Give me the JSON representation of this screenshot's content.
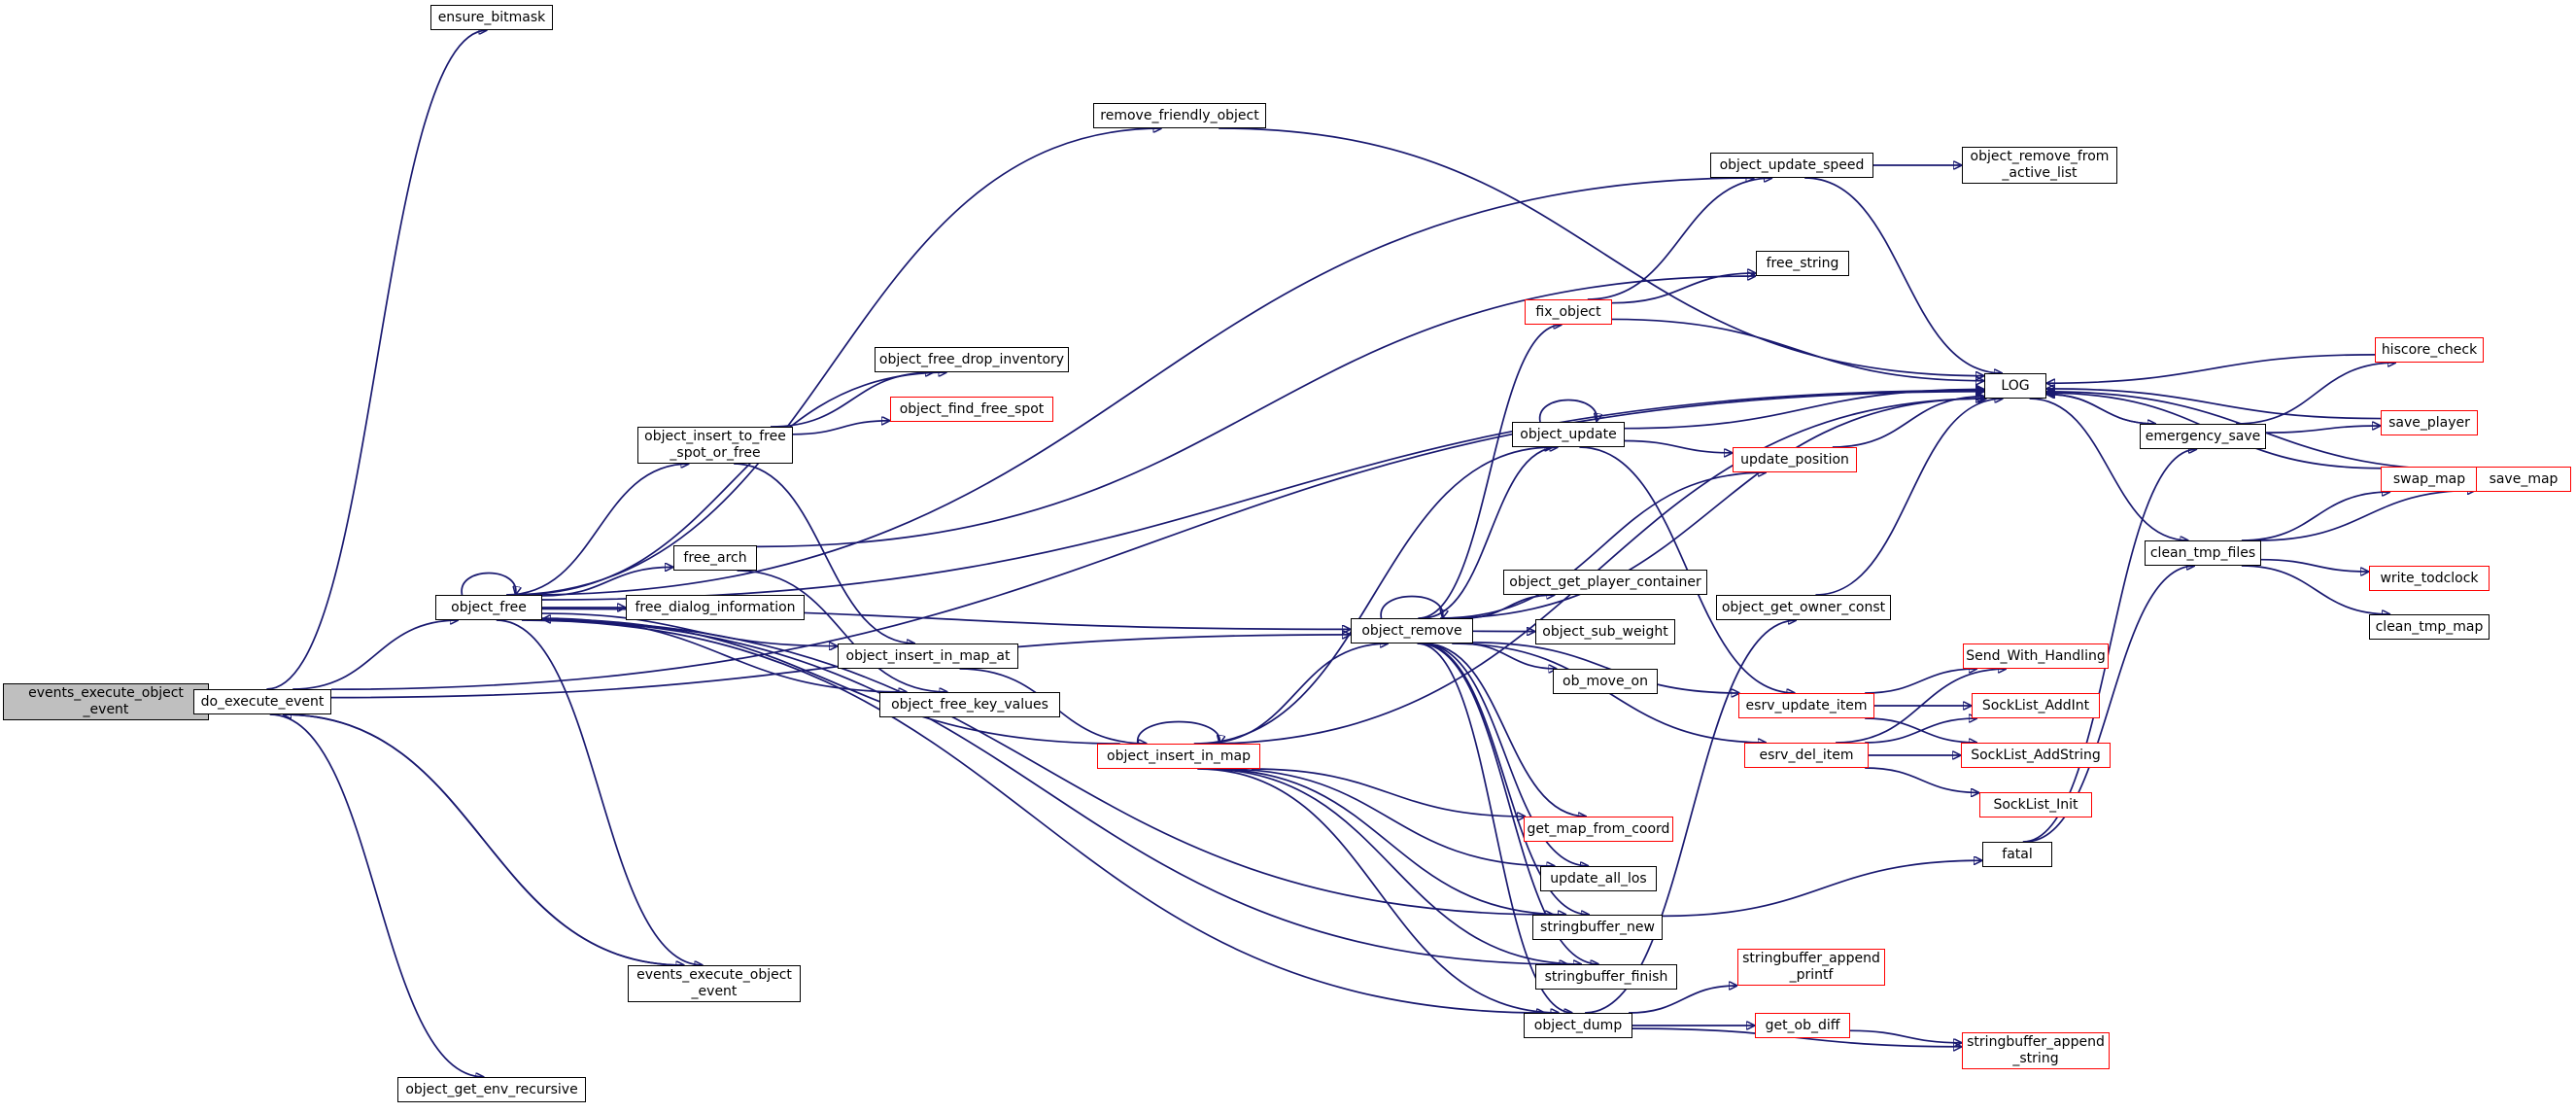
{
  "colors": {
    "edge": "#191970",
    "border": "#000000",
    "incomplete_border": "#ff0000",
    "root_fill": "#bfbfbf"
  },
  "nodes": {
    "events_execute_object_event_root": {
      "label": "events_execute_object\n_event",
      "style": "root"
    },
    "do_execute_event": {
      "label": "do_execute_event",
      "style": "normal"
    },
    "ensure_bitmask": {
      "label": "ensure_bitmask",
      "style": "normal"
    },
    "object_free": {
      "label": "object_free",
      "style": "normal"
    },
    "events_execute_object_event": {
      "label": "events_execute_object\n_event",
      "style": "normal"
    },
    "object_get_env_recursive": {
      "label": "object_get_env_recursive",
      "style": "normal"
    },
    "remove_friendly_object": {
      "label": "remove_friendly_object",
      "style": "normal"
    },
    "object_free_drop_inventory": {
      "label": "object_free_drop_inventory",
      "style": "normal"
    },
    "object_insert_to_free_spot_or_free": {
      "label": "object_insert_to_free\n_spot_or_free",
      "style": "normal"
    },
    "object_find_free_spot": {
      "label": "object_find_free_spot",
      "style": "incomplete"
    },
    "free_arch": {
      "label": "free_arch",
      "style": "normal"
    },
    "free_dialog_information": {
      "label": "free_dialog_information",
      "style": "normal"
    },
    "object_insert_in_map_at": {
      "label": "object_insert_in_map_at",
      "style": "normal"
    },
    "object_free_key_values": {
      "label": "object_free_key_values",
      "style": "normal"
    },
    "object_insert_in_map": {
      "label": "object_insert_in_map",
      "style": "incomplete"
    },
    "object_update_speed": {
      "label": "object_update_speed",
      "style": "normal"
    },
    "object_remove_from_active_list": {
      "label": "object_remove_from\n_active_list",
      "style": "normal"
    },
    "free_string": {
      "label": "free_string",
      "style": "normal"
    },
    "fix_object": {
      "label": "fix_object",
      "style": "incomplete"
    },
    "object_update": {
      "label": "object_update",
      "style": "normal"
    },
    "update_position": {
      "label": "update_position",
      "style": "incomplete"
    },
    "object_remove": {
      "label": "object_remove",
      "style": "normal"
    },
    "object_get_player_container": {
      "label": "object_get_player_container",
      "style": "normal"
    },
    "object_sub_weight": {
      "label": "object_sub_weight",
      "style": "normal"
    },
    "ob_move_on": {
      "label": "ob_move_on",
      "style": "normal"
    },
    "get_map_from_coord": {
      "label": "get_map_from_coord",
      "style": "incomplete"
    },
    "update_all_los": {
      "label": "update_all_los",
      "style": "normal"
    },
    "stringbuffer_new": {
      "label": "stringbuffer_new",
      "style": "normal"
    },
    "stringbuffer_finish": {
      "label": "stringbuffer_finish",
      "style": "normal"
    },
    "object_dump": {
      "label": "object_dump",
      "style": "normal"
    },
    "object_get_owner_const": {
      "label": "object_get_owner_const",
      "style": "normal"
    },
    "esrv_update_item": {
      "label": "esrv_update_item",
      "style": "incomplete"
    },
    "esrv_del_item": {
      "label": "esrv_del_item",
      "style": "incomplete"
    },
    "stringbuffer_append_printf": {
      "label": "stringbuffer_append\n_printf",
      "style": "incomplete"
    },
    "get_ob_diff": {
      "label": "get_ob_diff",
      "style": "incomplete"
    },
    "stringbuffer_append_string": {
      "label": "stringbuffer_append\n_string",
      "style": "incomplete"
    },
    "LOG": {
      "label": "LOG",
      "style": "normal"
    },
    "emergency_save": {
      "label": "emergency_save",
      "style": "normal"
    },
    "clean_tmp_files": {
      "label": "clean_tmp_files",
      "style": "normal"
    },
    "fatal": {
      "label": "fatal",
      "style": "normal"
    },
    "Send_With_Handling": {
      "label": "Send_With_Handling",
      "style": "incomplete"
    },
    "SockList_AddInt": {
      "label": "SockList_AddInt",
      "style": "incomplete"
    },
    "SockList_AddString": {
      "label": "SockList_AddString",
      "style": "incomplete"
    },
    "SockList_Init": {
      "label": "SockList_Init",
      "style": "incomplete"
    },
    "hiscore_check": {
      "label": "hiscore_check",
      "style": "incomplete"
    },
    "save_player": {
      "label": "save_player",
      "style": "incomplete"
    },
    "swap_map": {
      "label": "swap_map",
      "style": "incomplete"
    },
    "save_map": {
      "label": "save_map",
      "style": "incomplete"
    },
    "write_todclock": {
      "label": "write_todclock",
      "style": "incomplete"
    },
    "clean_tmp_map": {
      "label": "clean_tmp_map",
      "style": "normal"
    }
  },
  "edges": [
    [
      "events_execute_object_event_root",
      "do_execute_event"
    ],
    [
      "do_execute_event",
      "ensure_bitmask"
    ],
    [
      "do_execute_event",
      "object_free"
    ],
    [
      "do_execute_event",
      "events_execute_object_event"
    ],
    [
      "do_execute_event",
      "object_get_env_recursive"
    ],
    [
      "do_execute_event",
      "object_remove"
    ],
    [
      "do_execute_event",
      "LOG"
    ],
    [
      "events_execute_object_event",
      "do_execute_event"
    ],
    [
      "object_free",
      "object_free"
    ],
    [
      "object_free",
      "remove_friendly_object"
    ],
    [
      "object_free",
      "object_update_speed"
    ],
    [
      "object_free",
      "LOG"
    ],
    [
      "object_free",
      "object_free_drop_inventory"
    ],
    [
      "object_free",
      "object_insert_to_free_spot_or_free"
    ],
    [
      "object_free",
      "free_arch"
    ],
    [
      "object_free",
      "free_dialog_information"
    ],
    [
      "object_free",
      "object_insert_in_map_at"
    ],
    [
      "object_free",
      "object_free_key_values"
    ],
    [
      "object_free",
      "object_remove"
    ],
    [
      "object_free",
      "stringbuffer_new"
    ],
    [
      "object_free",
      "stringbuffer_finish"
    ],
    [
      "object_free",
      "object_dump"
    ],
    [
      "object_free",
      "events_execute_object_event"
    ],
    [
      "object_insert_to_free_spot_or_free",
      "object_free_drop_inventory"
    ],
    [
      "object_insert_to_free_spot_or_free",
      "object_find_free_spot"
    ],
    [
      "object_insert_to_free_spot_or_free",
      "object_insert_in_map_at"
    ],
    [
      "free_arch",
      "free_string"
    ],
    [
      "free_arch",
      "object_free_key_values"
    ],
    [
      "object_insert_in_map_at",
      "object_insert_in_map"
    ],
    [
      "object_insert_in_map",
      "object_free"
    ],
    [
      "object_insert_in_map",
      "object_insert_in_map"
    ],
    [
      "object_insert_in_map",
      "object_remove"
    ],
    [
      "object_insert_in_map",
      "LOG"
    ],
    [
      "object_insert_in_map",
      "object_update"
    ],
    [
      "object_insert_in_map",
      "get_map_from_coord"
    ],
    [
      "object_insert_in_map",
      "update_all_los"
    ],
    [
      "object_insert_in_map",
      "stringbuffer_new"
    ],
    [
      "object_insert_in_map",
      "stringbuffer_finish"
    ],
    [
      "object_insert_in_map",
      "object_dump"
    ],
    [
      "remove_friendly_object",
      "LOG"
    ],
    [
      "object_update_speed",
      "object_remove_from_active_list"
    ],
    [
      "object_update_speed",
      "LOG"
    ],
    [
      "fix_object",
      "object_update_speed"
    ],
    [
      "fix_object",
      "free_string"
    ],
    [
      "fix_object",
      "LOG"
    ],
    [
      "object_update",
      "object_update"
    ],
    [
      "object_update",
      "LOG"
    ],
    [
      "object_update",
      "update_position"
    ],
    [
      "object_update",
      "esrv_update_item"
    ],
    [
      "update_position",
      "LOG"
    ],
    [
      "object_remove",
      "object_remove"
    ],
    [
      "object_remove",
      "fix_object"
    ],
    [
      "object_remove",
      "object_update"
    ],
    [
      "object_remove",
      "update_position"
    ],
    [
      "object_remove",
      "LOG"
    ],
    [
      "object_remove",
      "object_get_player_container"
    ],
    [
      "object_remove",
      "object_sub_weight"
    ],
    [
      "object_remove",
      "ob_move_on"
    ],
    [
      "object_remove",
      "esrv_update_item"
    ],
    [
      "object_remove",
      "esrv_del_item"
    ],
    [
      "object_remove",
      "get_map_from_coord"
    ],
    [
      "object_remove",
      "update_all_los"
    ],
    [
      "object_remove",
      "stringbuffer_new"
    ],
    [
      "object_remove",
      "stringbuffer_finish"
    ],
    [
      "object_remove",
      "object_dump"
    ],
    [
      "stringbuffer_new",
      "fatal"
    ],
    [
      "object_dump",
      "object_get_owner_const"
    ],
    [
      "object_dump",
      "stringbuffer_append_printf"
    ],
    [
      "object_dump",
      "get_ob_diff"
    ],
    [
      "object_dump",
      "stringbuffer_append_string"
    ],
    [
      "get_ob_diff",
      "stringbuffer_append_string"
    ],
    [
      "object_get_owner_const",
      "LOG"
    ],
    [
      "esrv_update_item",
      "Send_With_Handling"
    ],
    [
      "esrv_update_item",
      "SockList_AddInt"
    ],
    [
      "esrv_update_item",
      "SockList_AddString"
    ],
    [
      "esrv_del_item",
      "Send_With_Handling"
    ],
    [
      "esrv_del_item",
      "SockList_AddInt"
    ],
    [
      "esrv_del_item",
      "SockList_AddString"
    ],
    [
      "esrv_del_item",
      "SockList_Init"
    ],
    [
      "fatal",
      "emergency_save"
    ],
    [
      "fatal",
      "clean_tmp_files"
    ],
    [
      "LOG",
      "emergency_save"
    ],
    [
      "LOG",
      "clean_tmp_files"
    ],
    [
      "emergency_save",
      "LOG"
    ],
    [
      "emergency_save",
      "hiscore_check"
    ],
    [
      "emergency_save",
      "save_player"
    ],
    [
      "hiscore_check",
      "LOG"
    ],
    [
      "save_player",
      "LOG"
    ],
    [
      "swap_map",
      "LOG"
    ],
    [
      "swap_map",
      "save_map"
    ],
    [
      "save_map",
      "LOG"
    ],
    [
      "clean_tmp_files",
      "swap_map"
    ],
    [
      "clean_tmp_files",
      "save_map"
    ],
    [
      "clean_tmp_files",
      "write_todclock"
    ],
    [
      "clean_tmp_files",
      "clean_tmp_map"
    ]
  ]
}
